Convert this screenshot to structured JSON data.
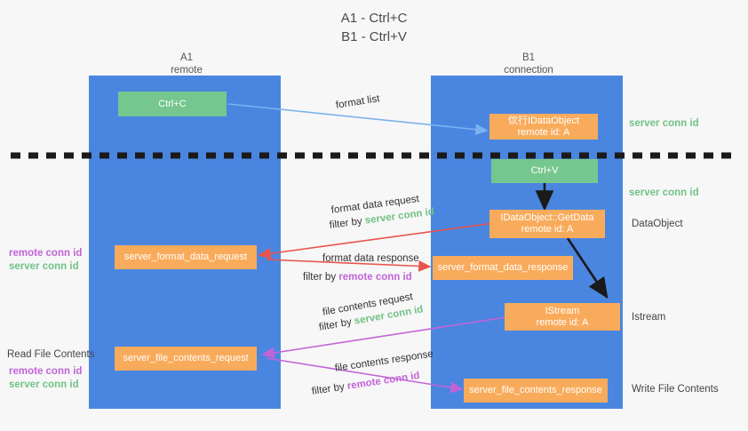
{
  "title": {
    "line1": "A1 - Ctrl+C",
    "line2": "B1 - Ctrl+V"
  },
  "lanes": [
    {
      "name": "A1",
      "sub": "remote"
    },
    {
      "name": "B1",
      "sub": "connection"
    }
  ],
  "boxes": {
    "ctrl_c": "Ctrl+C",
    "ctrl_v": "Ctrl+V",
    "idataobject_top_l1": "佽行IDataObject",
    "idataobject_top_l2": "remote id: A",
    "getdata_l1": "IDataObject::GetData",
    "getdata_l2": "remote id: A",
    "istream_l1": "IStream",
    "istream_l2": "remote id: A",
    "server_format_data_request": "server_format_data_request",
    "server_format_data_response": "server_format_data_response",
    "server_file_contents_request": "server_file_contents_request",
    "server_file_contents_response": "server_file_contents_response"
  },
  "arrow_labels": {
    "format_list": "format list",
    "format_data_request": "format data request",
    "format_data_request_filter_prefix": "filter by",
    "format_data_request_filter_key": "server conn id",
    "format_data_response": "format data response",
    "format_data_response_filter_prefix": "filter by",
    "format_data_response_filter_key": "remote conn id",
    "file_contents_request": "file contents request",
    "file_contents_request_filter_prefix": "filter by",
    "file_contents_request_filter_key": "server conn id",
    "file_contents_response": "file contents response",
    "file_contents_response_filter_prefix": "filter by",
    "file_contents_response_filter_key": "remote conn id"
  },
  "left_annotations": {
    "remote_conn_id_1": "remote conn id",
    "server_conn_id_1": "server conn id",
    "read_file_contents": "Read File Contents",
    "remote_conn_id_2": "remote conn id",
    "server_conn_id_2": "server conn id"
  },
  "right_annotations": {
    "server_conn_id_1": "server conn id",
    "server_conn_id_2": "server conn id",
    "dataobject": "DataObject",
    "istream": "Istream",
    "write_file_contents": "Write File Contents"
  },
  "colors": {
    "lane": "#4a86e0",
    "box_orange": "#f9ab5c",
    "box_green": "#76c68f",
    "green_text": "#71c285",
    "magenta_text": "#c264d8",
    "arrow_blue": "#7cb2ef",
    "arrow_red": "#e8554e",
    "arrow_magenta": "#c264d8",
    "arrow_black": "#1a1a1a",
    "divider": "#1a1a1a",
    "background": "#f7f7f7"
  }
}
